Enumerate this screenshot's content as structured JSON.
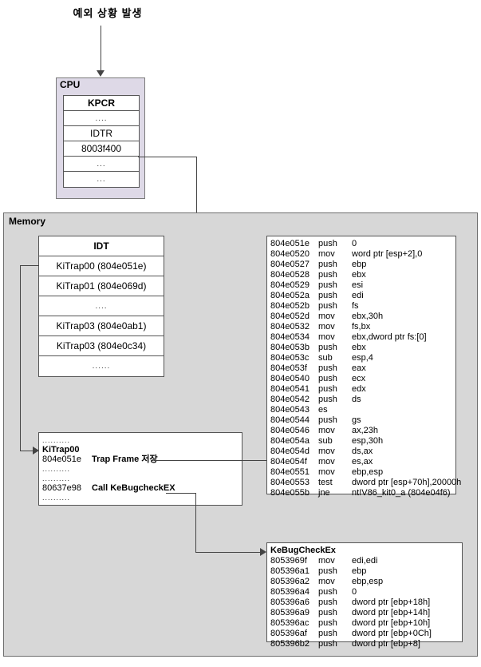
{
  "title": "예외 상황 발생",
  "cpu": {
    "label": "CPU",
    "kpcr": {
      "header": "KPCR",
      "rows": [
        "....",
        "IDTR",
        "8003f400",
        "...",
        "..."
      ]
    }
  },
  "memory": {
    "label": "Memory"
  },
  "idt": {
    "header": "IDT",
    "rows": [
      "KiTrap00 (804e051e)",
      "KiTrap01 (804e069d)",
      "....",
      "KiTrap03 (804e0ab1)",
      "KiTrap03 (804e0c34)",
      "......"
    ]
  },
  "kitrap_block": {
    "dots1": "..........",
    "name": "KiTrap00",
    "addr1": "804e051e",
    "note1": "Trap Frame 저장",
    "dots2": "..........",
    "dots3": "..........",
    "addr2": "80637e98",
    "note2": "Call KeBugcheckEX",
    "dots4": ".........."
  },
  "asm_kitrap": {
    "rows": [
      {
        "addr": "804e051e",
        "mn": "push",
        "op": "0"
      },
      {
        "addr": "804e0520",
        "mn": "mov",
        "op": "word ptr [esp+2],0"
      },
      {
        "addr": "804e0527",
        "mn": "push",
        "op": "ebp"
      },
      {
        "addr": "804e0528",
        "mn": "push",
        "op": "ebx"
      },
      {
        "addr": "804e0529",
        "mn": "push",
        "op": "esi"
      },
      {
        "addr": "804e052a",
        "mn": "push",
        "op": "edi"
      },
      {
        "addr": "804e052b",
        "mn": "push",
        "op": "fs"
      },
      {
        "addr": "804e052d",
        "mn": "mov",
        "op": "ebx,30h"
      },
      {
        "addr": "804e0532",
        "mn": "mov",
        "op": "fs,bx"
      },
      {
        "addr": "804e0534",
        "mn": "mov",
        "op": "ebx,dword ptr fs:[0]"
      },
      {
        "addr": "804e053b",
        "mn": "push",
        "op": "ebx"
      },
      {
        "addr": "804e053c",
        "mn": "sub",
        "op": "esp,4"
      },
      {
        "addr": "804e053f",
        "mn": "push",
        "op": "eax"
      },
      {
        "addr": "804e0540",
        "mn": "push",
        "op": "ecx"
      },
      {
        "addr": "804e0541",
        "mn": "push",
        "op": "edx"
      },
      {
        "addr": "804e0542",
        "mn": "push",
        "op": "ds"
      },
      {
        "addr": "804e0543",
        "mn": "es",
        "op": ""
      },
      {
        "addr": "804e0544",
        "mn": "push",
        "op": "gs"
      },
      {
        "addr": "804e0546",
        "mn": "mov",
        "op": "ax,23h"
      },
      {
        "addr": "804e054a",
        "mn": "sub",
        "op": "esp,30h"
      },
      {
        "addr": "804e054d",
        "mn": "mov",
        "op": "ds,ax"
      },
      {
        "addr": "804e054f",
        "mn": "mov",
        "op": "es,ax"
      },
      {
        "addr": "804e0551",
        "mn": "mov",
        "op": "ebp,esp"
      },
      {
        "addr": "804e0553",
        "mn": "test",
        "op": "dword ptr [esp+70h],20000h"
      },
      {
        "addr": "804e055b",
        "mn": "jne",
        "op": "nt!V86_kit0_a (804e04f6)"
      }
    ]
  },
  "asm_kebug": {
    "title": "KeBugCheckEx",
    "rows": [
      {
        "addr": "8053969f",
        "mn": "mov",
        "op": "edi,edi"
      },
      {
        "addr": "805396a1",
        "mn": "push",
        "op": "ebp"
      },
      {
        "addr": "805396a2",
        "mn": "mov",
        "op": "ebp,esp"
      },
      {
        "addr": "805396a4",
        "mn": "push",
        "op": "0"
      },
      {
        "addr": "805396a6",
        "mn": "push",
        "op": "dword ptr [ebp+18h]"
      },
      {
        "addr": "805396a9",
        "mn": "push",
        "op": "dword ptr [ebp+14h]"
      },
      {
        "addr": "805396ac",
        "mn": "push",
        "op": "dword ptr [ebp+10h]"
      },
      {
        "addr": "805396af",
        "mn": "push",
        "op": "dword ptr [ebp+0Ch]"
      },
      {
        "addr": "805396b2",
        "mn": "push",
        "op": "dword ptr [ebp+8]"
      }
    ]
  },
  "colors": {
    "cpu_fill": "#ded9e7",
    "memory_fill": "#d7d7d7",
    "box_border": "#555555",
    "line": "#444444"
  }
}
